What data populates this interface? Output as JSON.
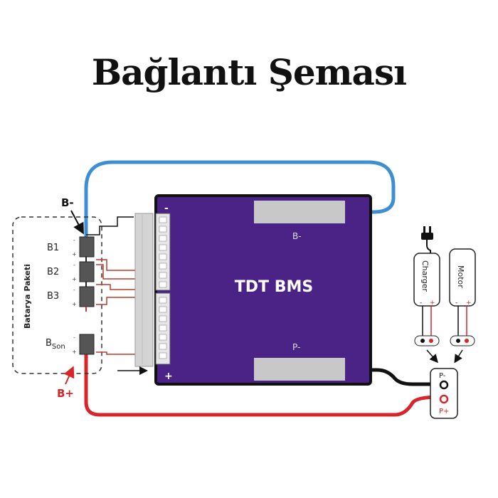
{
  "title": "Bağlantı Şeması",
  "bms": {
    "label": "TDT BMS",
    "b_minus_pad": "B-",
    "p_minus_pad": "P-",
    "minus_sign": "-",
    "plus_sign": "+"
  },
  "battery_pack": {
    "label": "Batarya Paketi",
    "cells": [
      {
        "label": "B1"
      },
      {
        "label": "B2"
      },
      {
        "label": "B3"
      }
    ],
    "last_cell": {
      "main": "B",
      "sub": "Son"
    },
    "cell_minus": "-",
    "cell_plus": "+"
  },
  "b_minus_label": "B-",
  "b_plus_label": "B+",
  "devices": {
    "charger": {
      "label": "Charger",
      "minus": "-",
      "plus": "+"
    },
    "motor": {
      "label": "Motor",
      "minus": "-",
      "plus": "+"
    }
  },
  "output_terminal": {
    "p_minus": "P-",
    "p_plus": "P+"
  },
  "colors": {
    "bms_board": "#4b2386",
    "b_minus_wire": "#3d8fd1",
    "b_plus_wire": "#d7262a",
    "load_wire": "#111111",
    "sense_wire": "#c0392b",
    "pad": "#c8c8c8"
  }
}
